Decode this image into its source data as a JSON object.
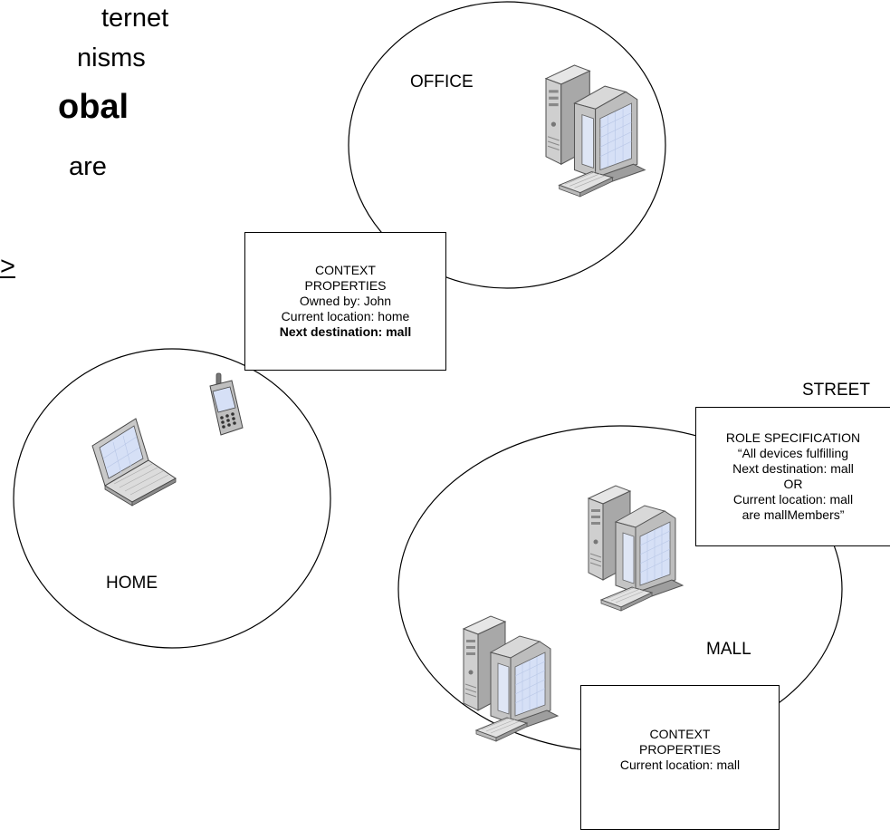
{
  "slide_fragments": [
    {
      "text": "ternet",
      "bold": false,
      "underline": false
    },
    {
      "text": "nisms",
      "bold": false,
      "underline": false
    },
    {
      "text": "obal",
      "bold": true,
      "underline": false
    },
    {
      "text": "are",
      "bold": false,
      "underline": false
    },
    {
      "text": ">",
      "bold": false,
      "underline": true
    }
  ],
  "zones": {
    "office": "OFFICE",
    "home": "HOME",
    "mall": "MALL",
    "street": "STREET"
  },
  "boxes": {
    "context_phone": {
      "lines": [
        "CONTEXT",
        "PROPERTIES",
        "Owned by: John",
        "Current location: home"
      ],
      "bold_line": "Next destination: mall"
    },
    "role_spec": {
      "lines": [
        "ROLE SPECIFICATION",
        "“All devices fulfilling",
        "Next destination: mall",
        "OR",
        "Current location: mall",
        "are mallMembers”"
      ]
    },
    "context_mall": {
      "lines": [
        "CONTEXT",
        "PROPERTIES",
        "Current location: mall"
      ]
    }
  },
  "devices": [
    "desktop-pc-icon",
    "mobile-phone-icon",
    "laptop-icon"
  ]
}
